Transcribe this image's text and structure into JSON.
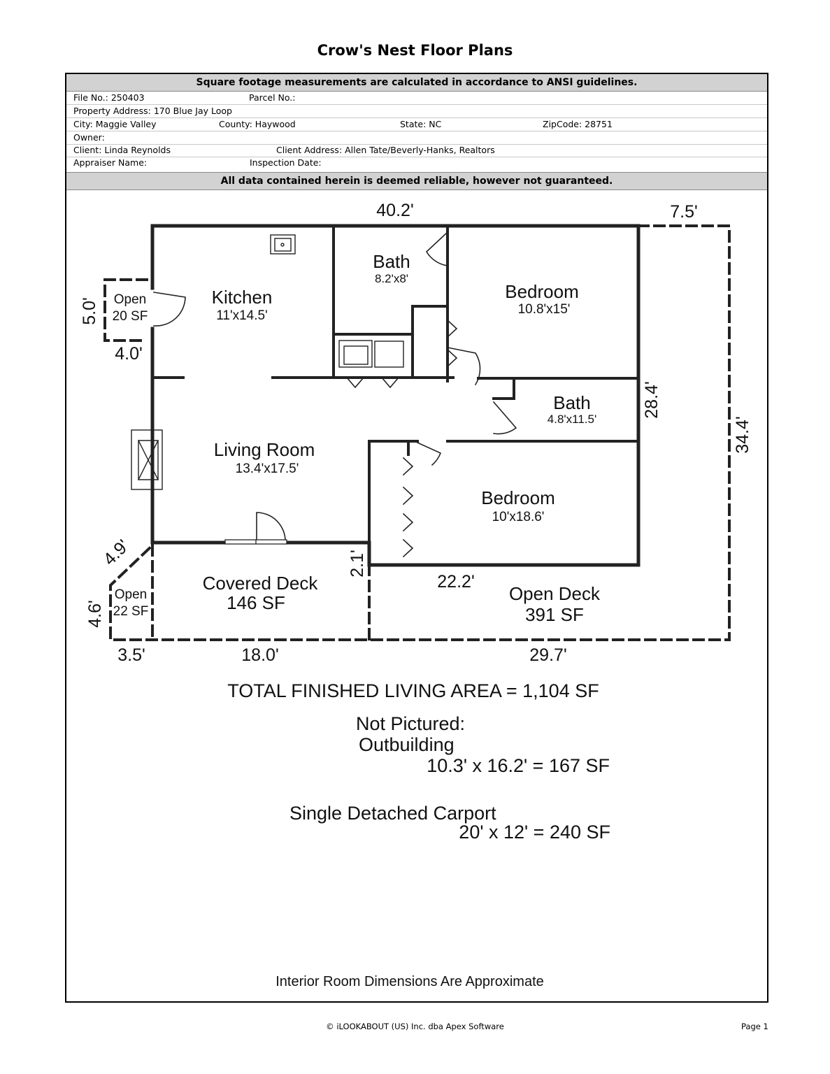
{
  "title": "Crow's Nest Floor Plans",
  "header": {
    "ansi_notice": "Square footage measurements are calculated in accordance to ANSI guidelines.",
    "disclaimer": "All data contained herein is deemed reliable, however not guaranteed.",
    "file_no": "File No.: 250403",
    "parcel_no": "Parcel No.:",
    "property_address": "Property Address: 170 Blue Jay Loop",
    "city": "City: Maggie Valley",
    "county": "County: Haywood",
    "state": "State: NC",
    "zipcode": "ZipCode: 28751",
    "owner": "Owner:",
    "client": "Client: Linda Reynolds",
    "client_address": "Client Address: Allen Tate/Beverly-Hanks, Realtors",
    "appraiser": "Appraiser Name:",
    "inspection_date": "Inspection Date:"
  },
  "rooms": {
    "kitchen": {
      "name": "Kitchen",
      "size": "11'x14.5'"
    },
    "bath1": {
      "name": "Bath",
      "size": "8.2'x8'"
    },
    "bedroom1": {
      "name": "Bedroom",
      "size": "10.8'x15'"
    },
    "bath2": {
      "name": "Bath",
      "size": "4.8'x11.5'"
    },
    "living": {
      "name": "Living Room",
      "size": "13.4'x17.5'"
    },
    "bedroom2": {
      "name": "Bedroom",
      "size": "10'x18.6'"
    },
    "open_small": {
      "name": "Open",
      "size": "20 SF"
    },
    "open_corner": {
      "name": "Open",
      "size": "22 SF"
    },
    "covered_deck": {
      "name": "Covered Deck",
      "size": "146 SF"
    },
    "open_deck": {
      "name": "Open Deck",
      "size": "391 SF"
    }
  },
  "dimensions": {
    "top_width": "40.2'",
    "deck_width_top": "7.5'",
    "right_height": "28.4'",
    "deck_height": "34.4'",
    "porch_height": "5.0'",
    "porch_width": "4.0'",
    "diag": "4.9'",
    "corner_height": "4.6'",
    "corner_width": "3.5'",
    "covered_width": "18.0'",
    "step": "2.1'",
    "bed_bottom": "22.2'",
    "deck_width_bottom": "29.7'"
  },
  "summary": {
    "total": "TOTAL FINISHED LIVING AREA = 1,104 SF",
    "not_pictured": "Not Pictured:",
    "outbuilding": "Outbuilding",
    "outbuilding_calc": "10.3' x 16.2' = 167 SF",
    "carport": "Single Detached Carport",
    "carport_calc": "20' x 12' = 240 SF",
    "note": "Interior Room Dimensions Are Approximate"
  },
  "footer": {
    "copyright": "© iLOOKABOUT (US) Inc. dba Apex Software",
    "page": "Page 1"
  }
}
